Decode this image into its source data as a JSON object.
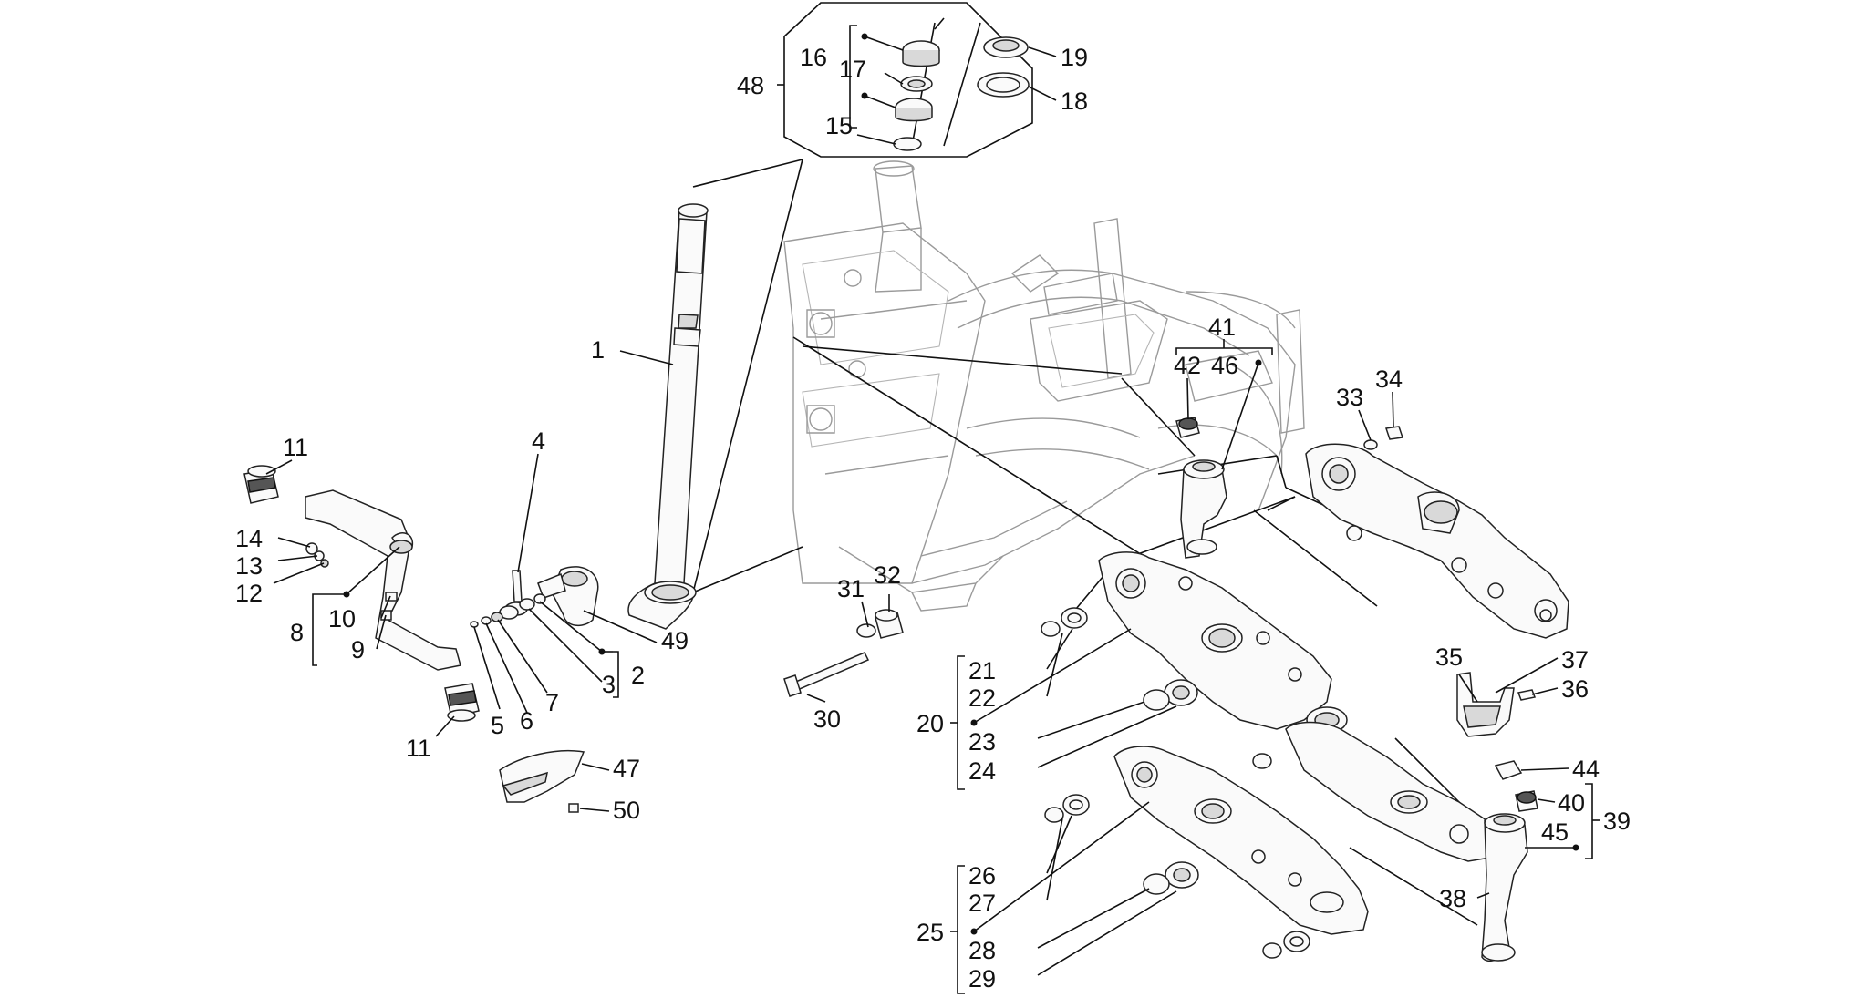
{
  "diagram": {
    "callouts": {
      "c1": "1",
      "c2": "2",
      "c3": "3",
      "c4": "4",
      "c5": "5",
      "c6": "6",
      "c7": "7",
      "c8": "8",
      "c9": "9",
      "c10": "10",
      "c11a": "11",
      "c11b": "11",
      "c12": "12",
      "c13": "13",
      "c14": "14",
      "c15": "15",
      "c16": "16",
      "c17": "17",
      "c18": "18",
      "c19": "19",
      "c20": "20",
      "c21": "21",
      "c22": "22",
      "c23": "23",
      "c24": "24",
      "c25": "25",
      "c26": "26",
      "c27": "27",
      "c28": "28",
      "c29": "29",
      "c30": "30",
      "c31": "31",
      "c32": "32",
      "c33": "33",
      "c34": "34",
      "c35": "35",
      "c36": "36",
      "c37": "37",
      "c38": "38",
      "c39": "39",
      "c40": "40",
      "c41": "41",
      "c42": "42",
      "c44": "44",
      "c45": "45",
      "c46": "46",
      "c47": "47",
      "c48": "48",
      "c49": "49",
      "c50": "50"
    }
  }
}
